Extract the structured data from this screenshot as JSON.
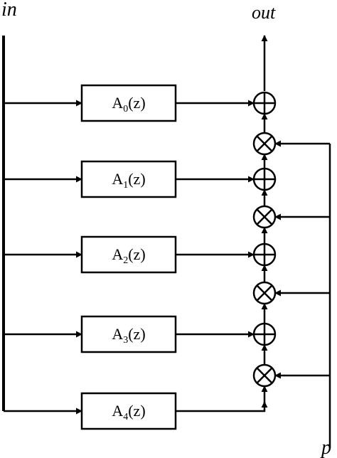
{
  "labels": {
    "input": "in",
    "output": "out",
    "parameter": "p"
  },
  "filters": [
    {
      "name": "A",
      "index": "0",
      "arg": "(z)"
    },
    {
      "name": "A",
      "index": "1",
      "arg": "(z)"
    },
    {
      "name": "A",
      "index": "2",
      "arg": "(z)"
    },
    {
      "name": "A",
      "index": "3",
      "arg": "(z)"
    },
    {
      "name": "A",
      "index": "4",
      "arg": "(z)"
    }
  ],
  "operators": {
    "adder": "sum",
    "multiplier": "product"
  }
}
